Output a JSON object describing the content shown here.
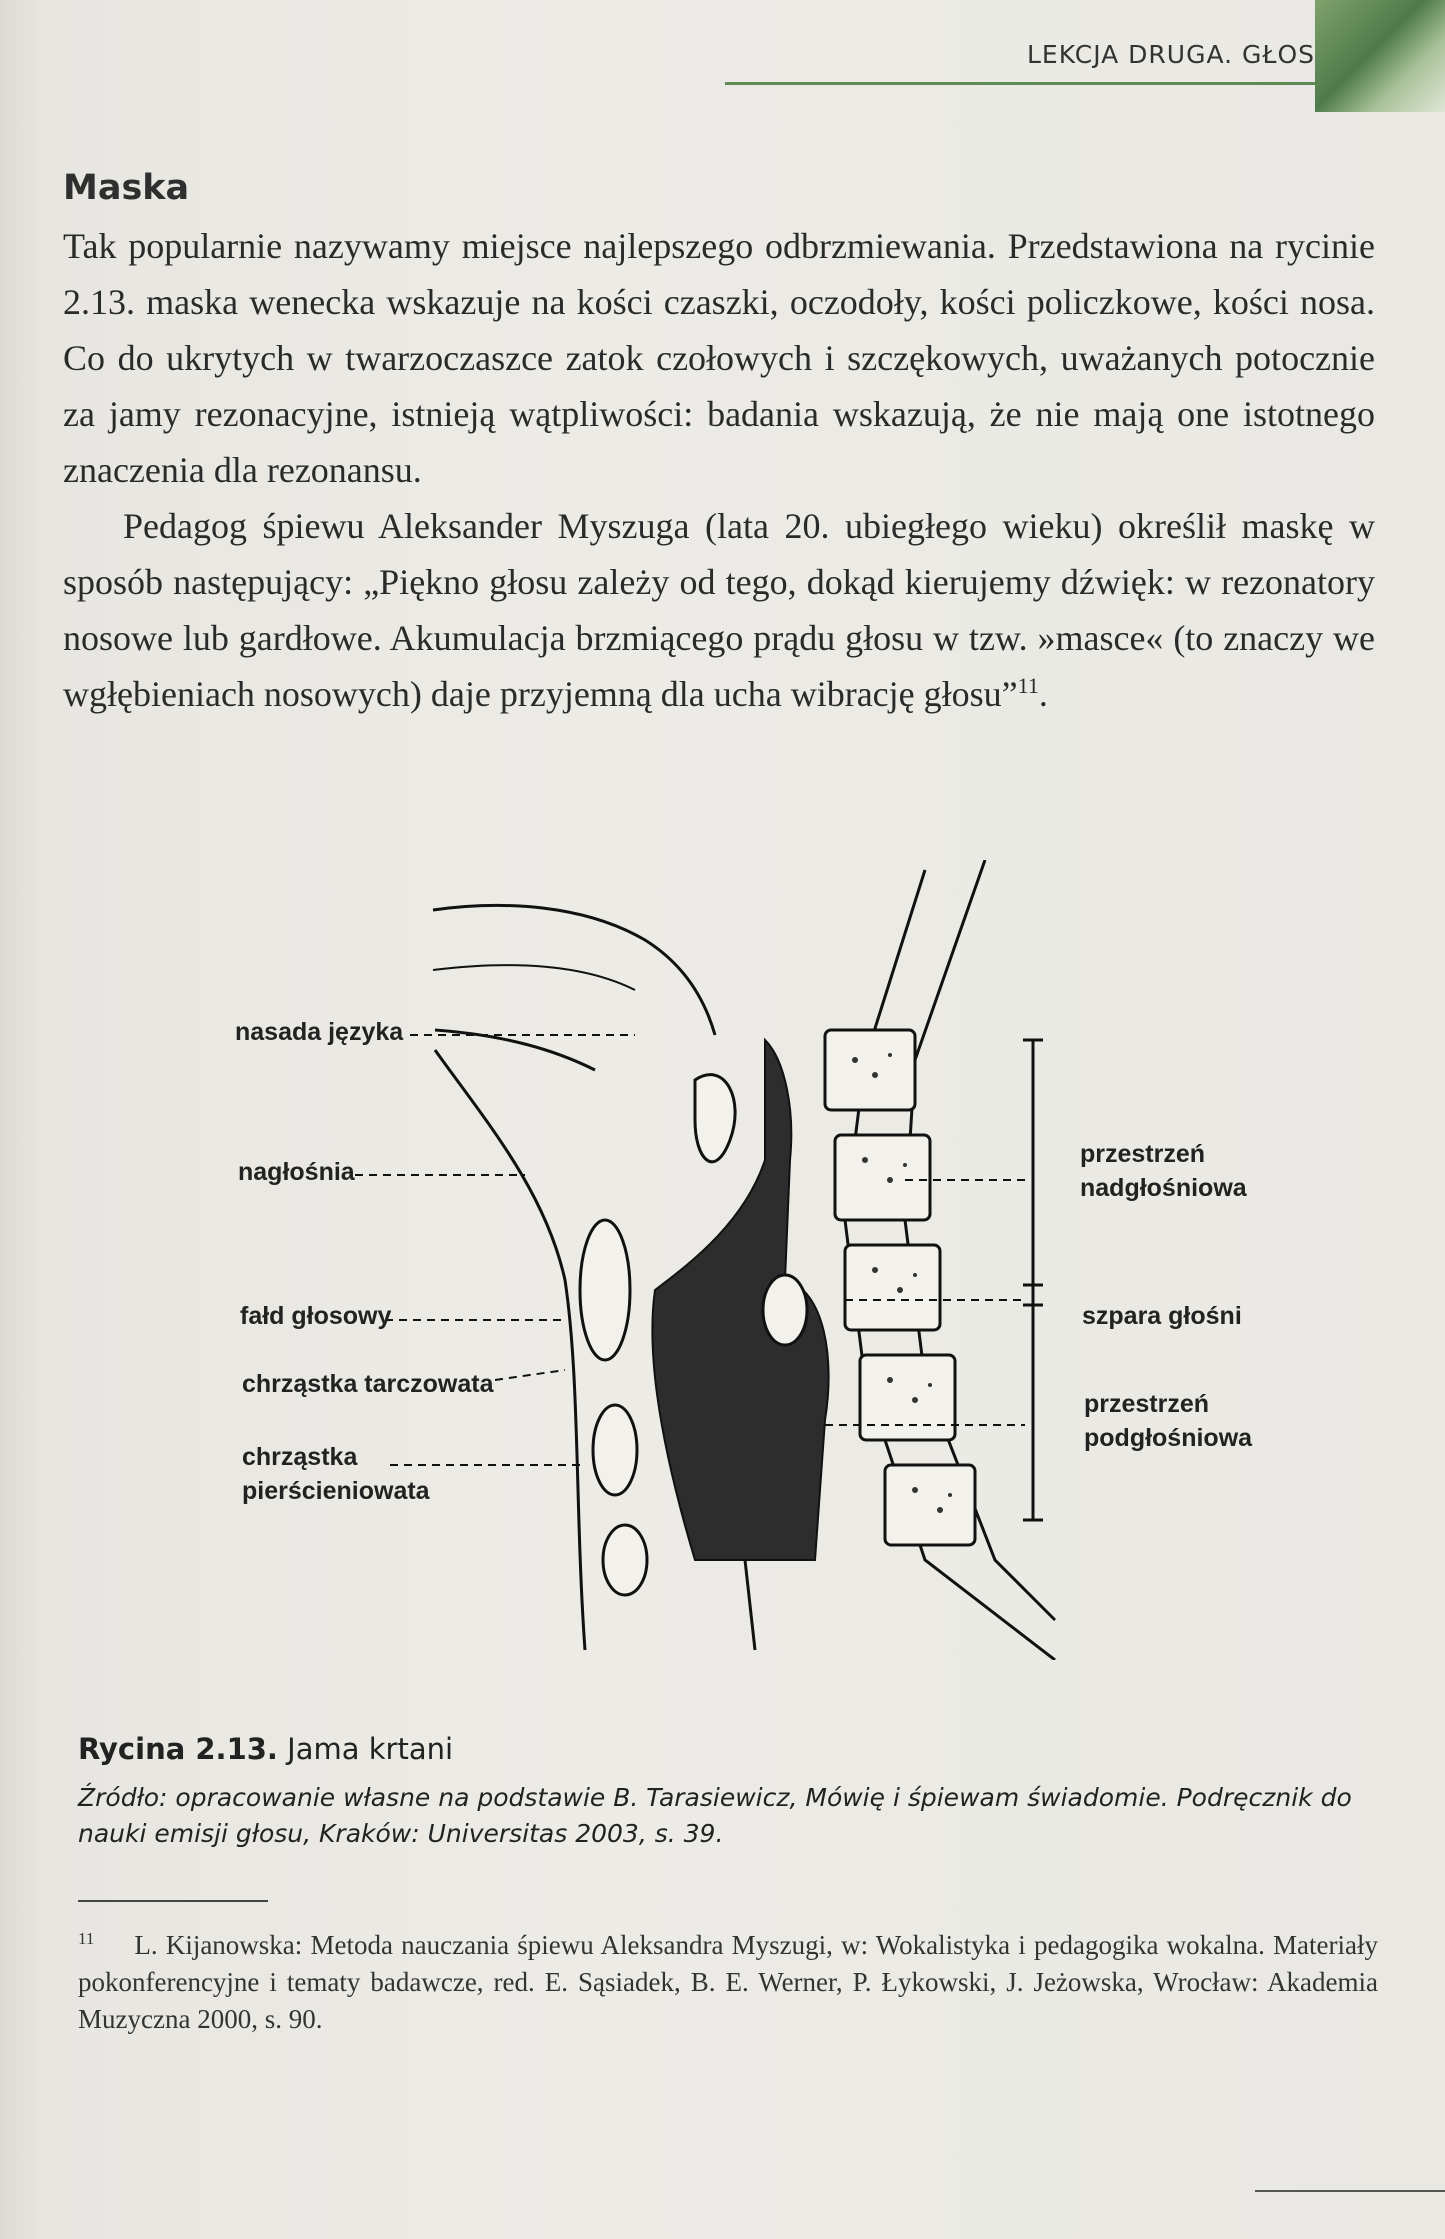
{
  "header": {
    "running_title": "LEKCJA DRUGA. GŁOS"
  },
  "section": {
    "title": "Maska",
    "paragraph1": "Tak popularnie nazywamy miejsce najlepszego odbrzmiewania. Przedstawiona na rycinie 2.13. maska wenecka wskazuje na kości czaszki, oczodoły, kości policzkowe, kości nosa. Co do ukrytych w twarzoczaszce zatok czołowych i szczękowych, uważanych potocznie za jamy rezonacyjne, istnieją wątpliwości: badania wskazują, że nie mają one istotnego znaczenia dla rezonansu.",
    "paragraph2": "Pedagog śpiewu Aleksander Myszuga (lata 20. ubiegłego wieku) określił maskę w sposób następujący: „Piękno głosu zależy od tego, dokąd kierujemy dźwięk: w rezonatory nosowe lub gardłowe. Akumulacja brzmiącego prądu głosu w tzw. »masce« (to znaczy we wgłębieniach nosowych) daje przyjemną dla ucha wibrację głosu”",
    "footnote_ref": "11",
    "paragraph2_end": "."
  },
  "figure": {
    "labels_left": {
      "tongue_base": "nasada języka",
      "epiglottis": "nagłośnia",
      "vocal_fold": "fałd głosowy",
      "thyroid": "chrząstka tarczowata",
      "cricoid_line1": "chrząstka",
      "cricoid_line2": "pierścieniowata"
    },
    "labels_right": {
      "supraglottic_line1": "przestrzeń",
      "supraglottic_line2": "nadgłośniowa",
      "glottis": "szpara głośni",
      "subglottic_line1": "przestrzeń",
      "subglottic_line2": "podgłośniowa"
    }
  },
  "caption": {
    "label": "Rycina 2.13.",
    "title": "Jama krtani",
    "source": "Źródło: opracowanie własne na podstawie B. Tarasiewicz, Mówię i śpiewam świadomie. Podręcznik do nauki emisji głosu, Kraków: Universitas 2003, s. 39."
  },
  "footnote": {
    "number": "11",
    "text": "L. Kijanowska: Metoda nauczania śpiewu Aleksandra Myszugi, w: Wokalistyka i pedagogika wokalna. Materiały pokonferencyjne i tematy badawcze, red. E. Sąsiadek, B. E. Werner, P. Łykowski, J. Jeżowska, Wrocław: Akademia Muzyczna 2000, s. 90."
  }
}
